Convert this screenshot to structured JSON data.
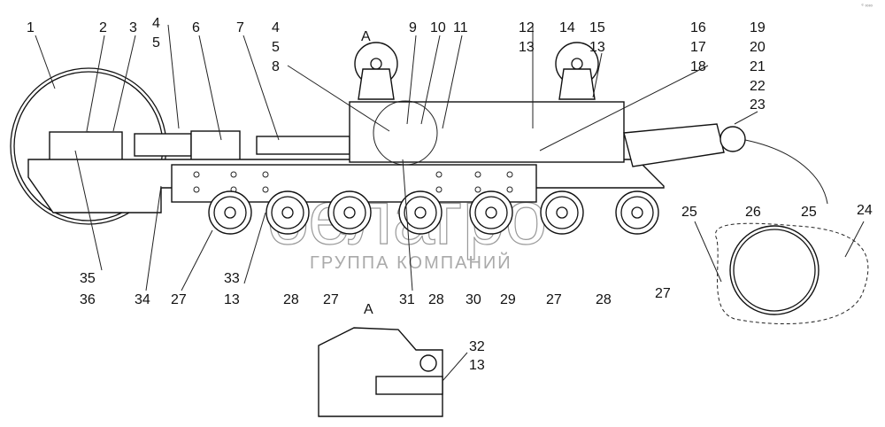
{
  "drawing": {
    "title_view": "A",
    "section_view_label": "A",
    "corner_mark": "ᵉ ∞∞",
    "watermark": {
      "logo": "белагро",
      "subtitle": "ГРУППА КОМПАНИЙ"
    },
    "callouts": {
      "top": [
        "1",
        "2",
        "3",
        "4",
        "5",
        "6",
        "7",
        "4",
        "5",
        "8",
        "9",
        "10",
        "11",
        "12",
        "13",
        "14",
        "15",
        "13",
        "16",
        "17",
        "18",
        "19",
        "20",
        "21",
        "22",
        "23"
      ],
      "right_detail": [
        "25",
        "26",
        "25",
        "24"
      ],
      "bottom": [
        "35",
        "36",
        "34",
        "27",
        "33",
        "13",
        "28",
        "27",
        "31",
        "28",
        "30",
        "29",
        "27",
        "28",
        "27"
      ],
      "section": [
        "32",
        "13"
      ]
    }
  }
}
